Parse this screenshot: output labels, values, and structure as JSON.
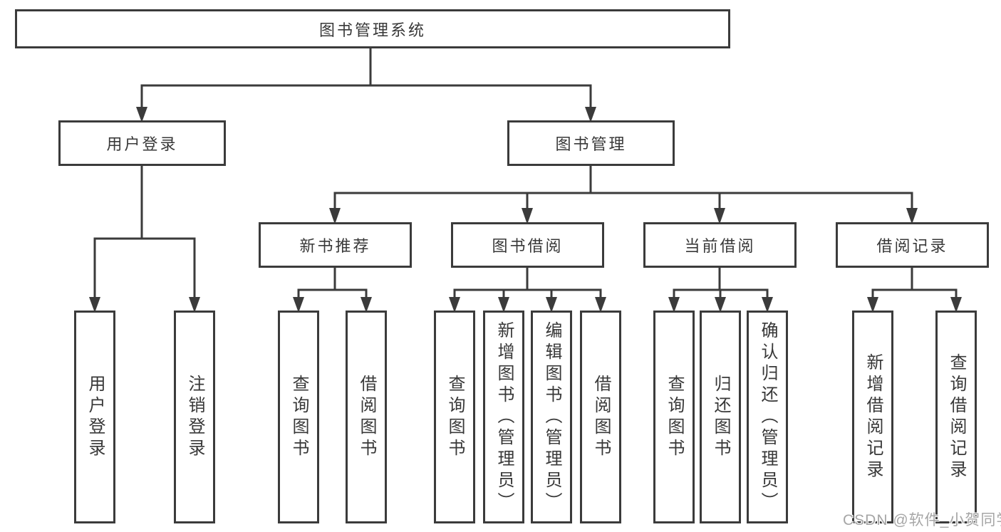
{
  "diagram": {
    "root": {
      "label": "图书管理系统"
    },
    "level2": {
      "user_login": "用户登录",
      "book_management": "图书管理"
    },
    "level3": {
      "new_book_recommend": "新书推荐",
      "book_borrow": "图书借阅",
      "current_borrow": "当前借阅",
      "borrow_records": "借阅记录"
    },
    "leaves": {
      "user_login": [
        "用户登录",
        "注销登录"
      ],
      "new_book_recommend": [
        "查询图书",
        "借阅图书"
      ],
      "book_borrow": [
        "查询图书",
        "新增图书（管理员）",
        "编辑图书（管理员）",
        "借阅图书"
      ],
      "current_borrow": [
        "查询图书",
        "归还图书",
        "确认归还（管理员）"
      ],
      "borrow_records": [
        "新增借阅记录",
        "查询借阅记录"
      ]
    }
  },
  "watermark": {
    "text": "CSDN @软件_小贺同学"
  },
  "colors": {
    "line": "#3b3b3b",
    "text": "#383838",
    "background": "#ffffff",
    "watermark": "#a6a6a6"
  }
}
